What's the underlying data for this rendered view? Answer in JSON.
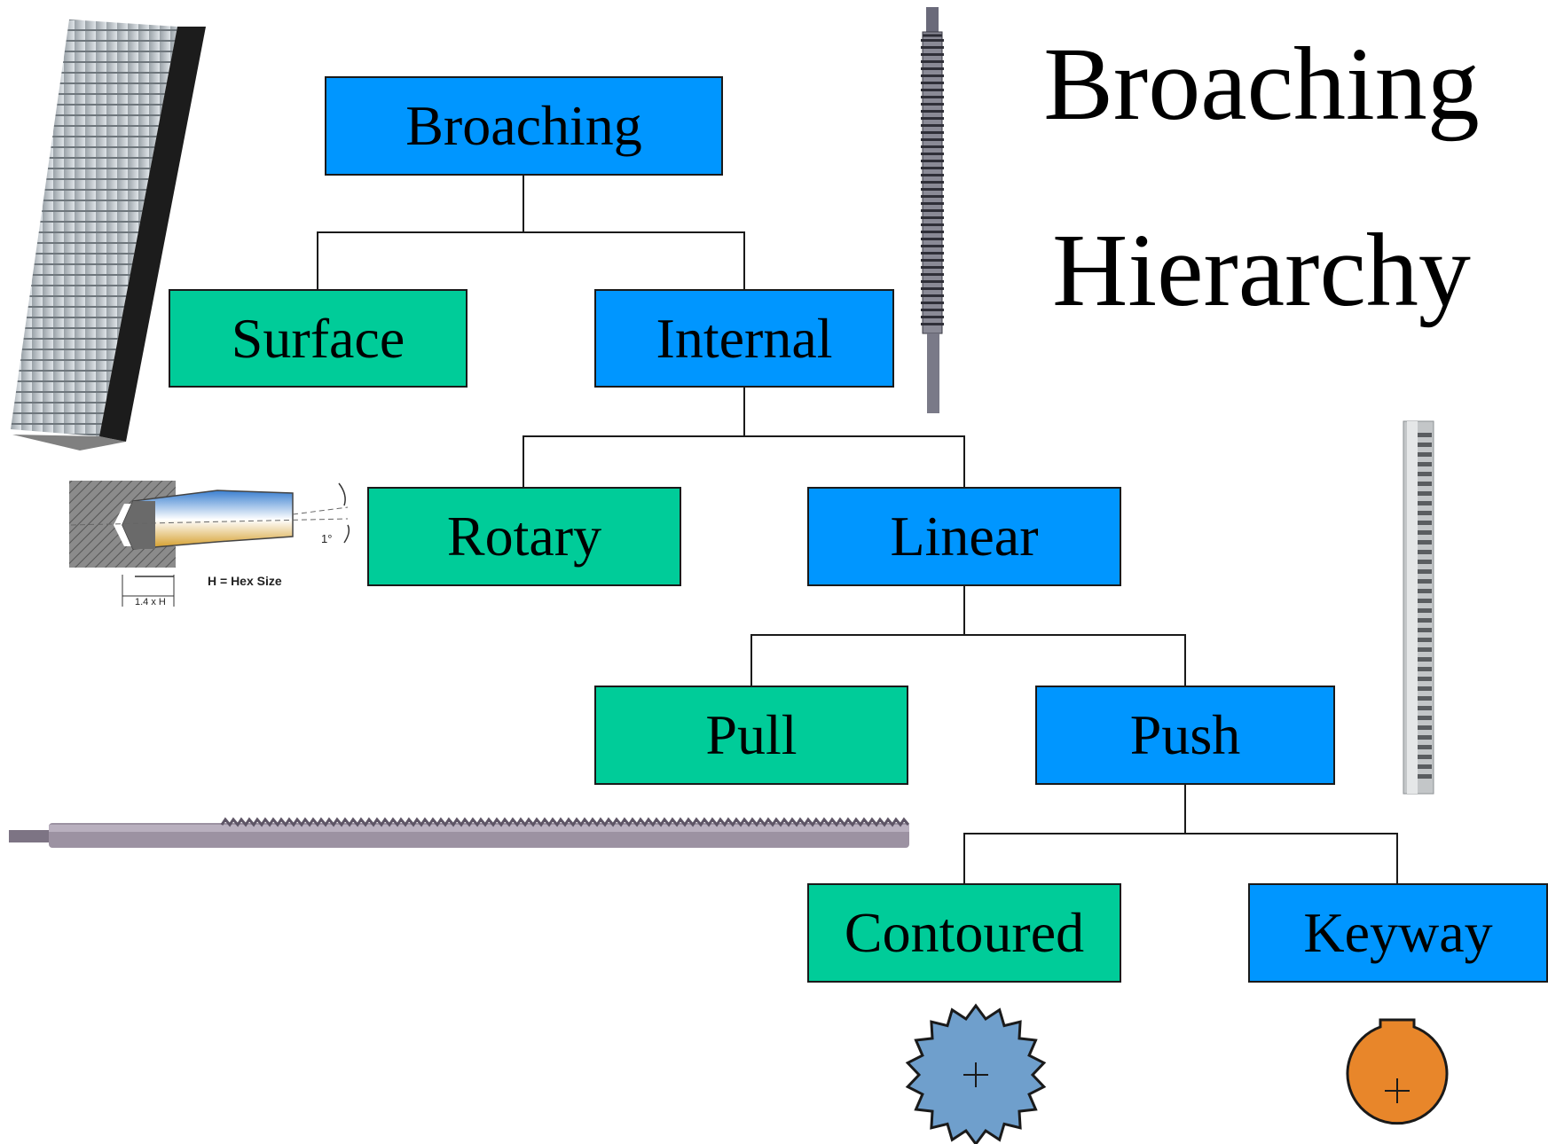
{
  "title": {
    "line1": "Broaching",
    "line2": "Hierarchy"
  },
  "colors": {
    "branch": "#0096ff",
    "leaf": "#00cc99",
    "keyway_shape": "#e8862a",
    "contour_shape": "#6f9fcc"
  },
  "nodes": {
    "broaching": "Broaching",
    "surface": "Surface",
    "internal": "Internal",
    "rotary": "Rotary",
    "linear": "Linear",
    "pull": "Pull",
    "push": "Push",
    "contoured": "Contoured",
    "keyway": "Keyway"
  },
  "rotary_diagram": {
    "hex_label": "H = Hex Size",
    "depth_label": "1.4 x H",
    "angle_label": "1°"
  }
}
